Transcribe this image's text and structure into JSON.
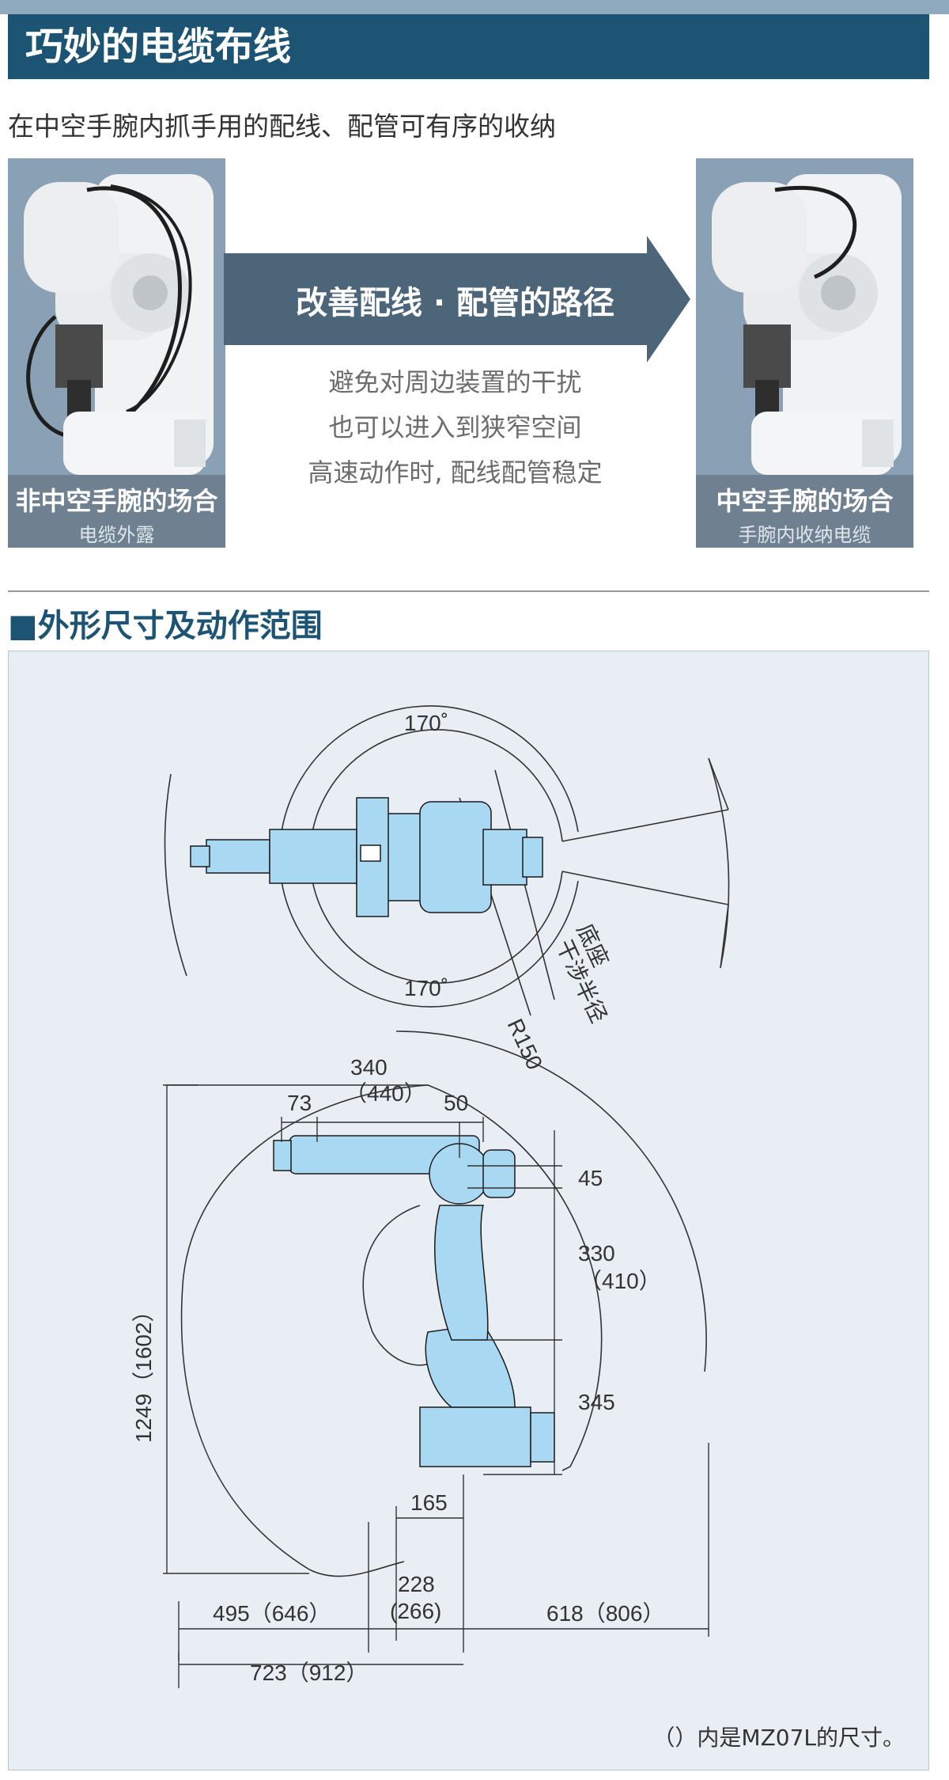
{
  "header": {
    "title": "巧妙的电缆布线"
  },
  "intro": {
    "subtitle": "在中空手腕内抓手用的配线、配管可有序的收纳"
  },
  "comparison": {
    "left": {
      "title": "非中空手腕的场合",
      "desc": "电缆外露"
    },
    "right": {
      "title": "中空手腕的场合",
      "desc": "手腕内收纳电缆"
    },
    "arrow_label": "改善配线 · 配管的路径",
    "benefits": [
      "避免对周边装置的干扰",
      "也可以进入到狭窄空间",
      "高速动作时, 配线配管稳定"
    ]
  },
  "section": {
    "title": "■外形尺寸及动作范围"
  },
  "diagram": {
    "top_view": {
      "angle_top": "170˚",
      "angle_bottom": "170˚",
      "radius": "R150",
      "interference_label_1": "底座",
      "interference_label_2": "干涉半径"
    },
    "side_view": {
      "dim_73": "73",
      "dim_340": "340",
      "dim_440": "（440）",
      "dim_50": "50",
      "dim_45": "45",
      "dim_330": "330",
      "dim_410": "（410）",
      "dim_345": "345",
      "dim_165": "165",
      "dim_1249": "1249（1602）",
      "dim_228": "228",
      "dim_266": "(266)",
      "dim_495": "495（646）",
      "dim_618": "618（806）",
      "dim_723": "723（912）"
    },
    "note": "（）内是MZ07L的尺寸。"
  },
  "colors": {
    "header_bg": "#1d5473",
    "arrow": "#4d6579",
    "robot_fill": "#a9d8f2",
    "robot_stroke": "#1a1a1a"
  }
}
